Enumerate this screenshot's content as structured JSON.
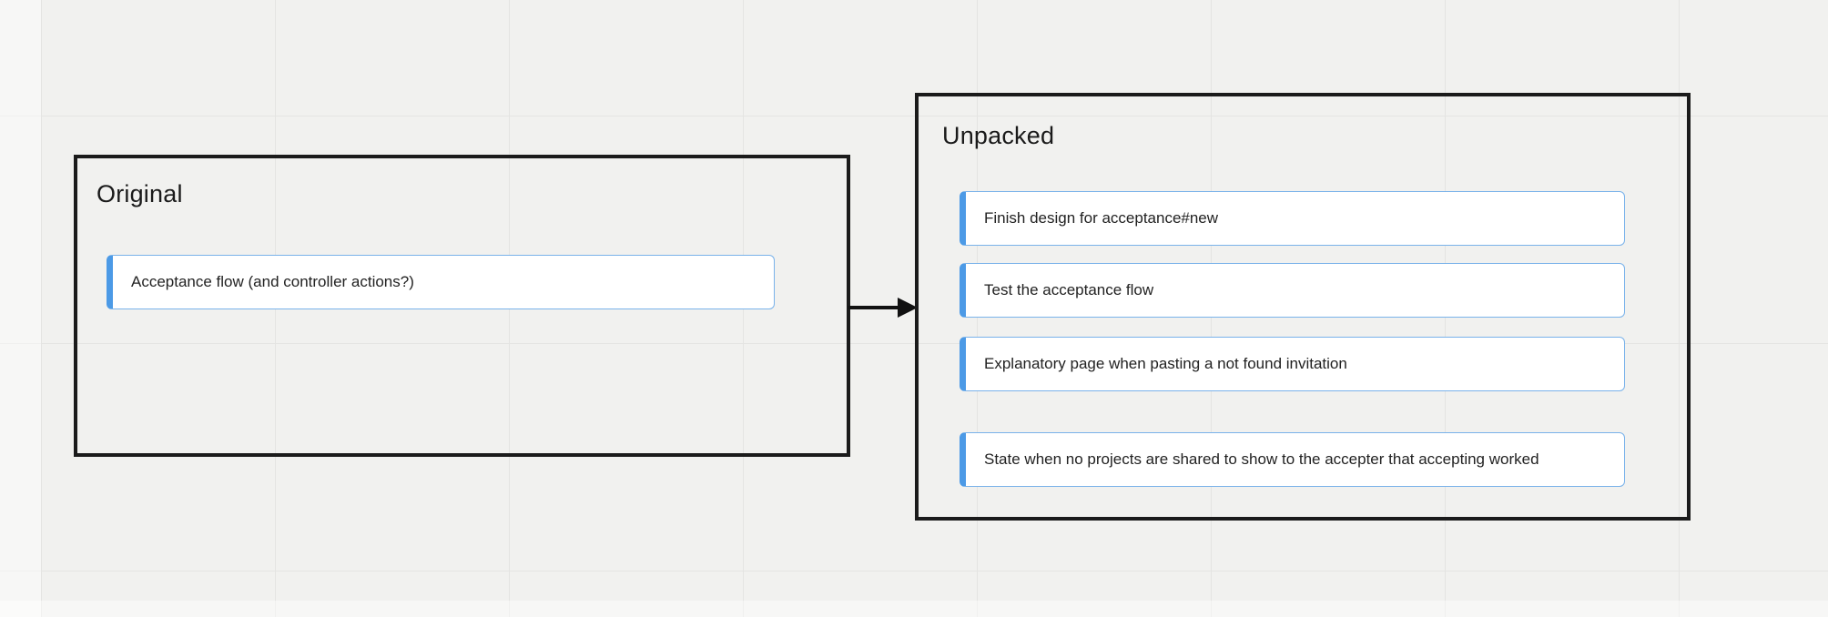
{
  "canvas": {
    "background": "#f1f1ef",
    "grid_color": "#e4e4e2"
  },
  "colors": {
    "frame_border": "#1b1b1b",
    "card_border": "#79b2ea",
    "card_accent": "#4c9ae6",
    "arrow": "#111111"
  },
  "frames": [
    {
      "title": "Original",
      "cards": [
        {
          "text": "Acceptance flow (and controller actions?)"
        }
      ]
    },
    {
      "title": "Unpacked",
      "cards": [
        {
          "text": "Finish design for acceptance#new"
        },
        {
          "text": "Test the acceptance flow"
        },
        {
          "text": "Explanatory page when pasting a not found invitation"
        },
        {
          "text": "State when no projects are shared to show to the accepter that accepting worked"
        }
      ]
    }
  ],
  "connector": {
    "direction": "right",
    "from_frame": "Original",
    "to_frame": "Unpacked"
  }
}
